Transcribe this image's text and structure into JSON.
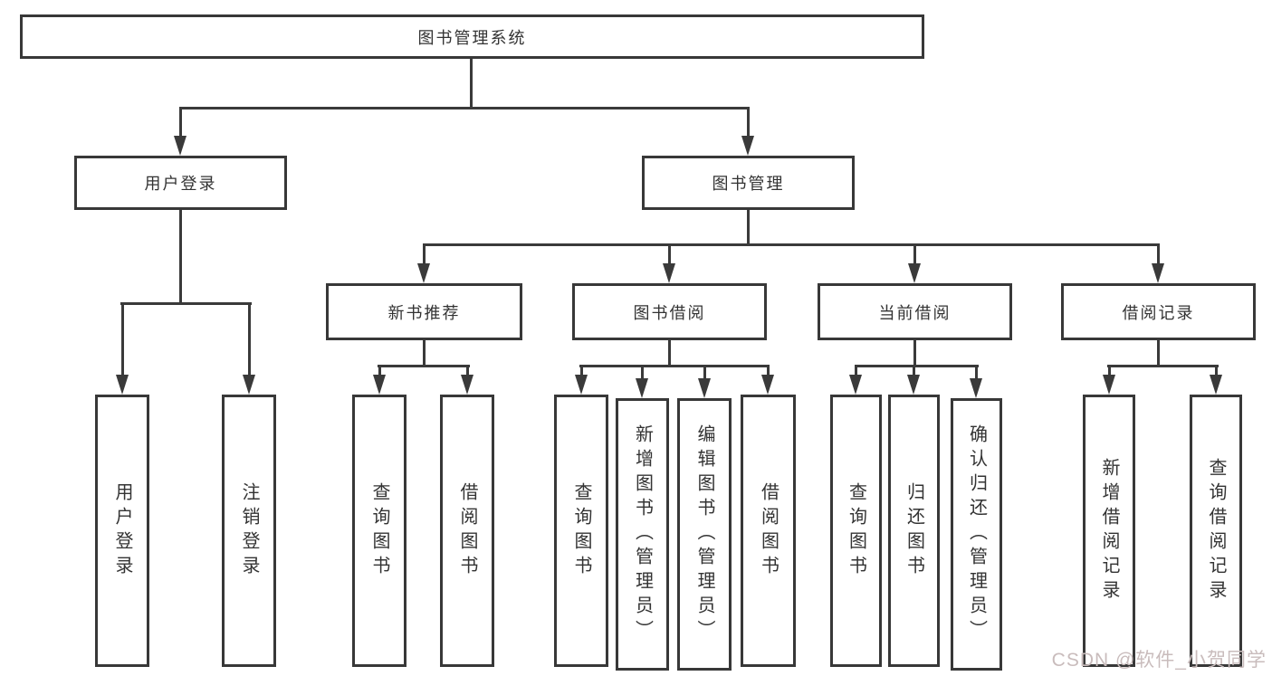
{
  "diagram": {
    "root": {
      "label": "图书管理系统"
    },
    "level2": [
      {
        "label": "用户登录"
      },
      {
        "label": "图书管理"
      }
    ],
    "level3": [
      {
        "label": "新书推荐"
      },
      {
        "label": "图书借阅"
      },
      {
        "label": "当前借阅"
      },
      {
        "label": "借阅记录"
      }
    ],
    "leaves": {
      "user_login": [
        "用户登录",
        "注销登录"
      ],
      "new_book_recommendation": [
        "查询图书",
        "借阅图书"
      ],
      "book_borrowing": [
        "查询图书",
        "新增图书（管理员）",
        "编辑图书（管理员）",
        "借阅图书"
      ],
      "current_borrowing": [
        "查询图书",
        "归还图书",
        "确认归还（管理员）"
      ],
      "borrowing_records": [
        "新增借阅记录",
        "查询借阅记录"
      ]
    }
  },
  "watermark": {
    "text": "CSDN @软件_小贺同学"
  },
  "colors": {
    "line": "#3a3a3a",
    "box_border": "#383838",
    "text": "#333333",
    "watermark": "#c9bcbc",
    "background": "#ffffff"
  }
}
